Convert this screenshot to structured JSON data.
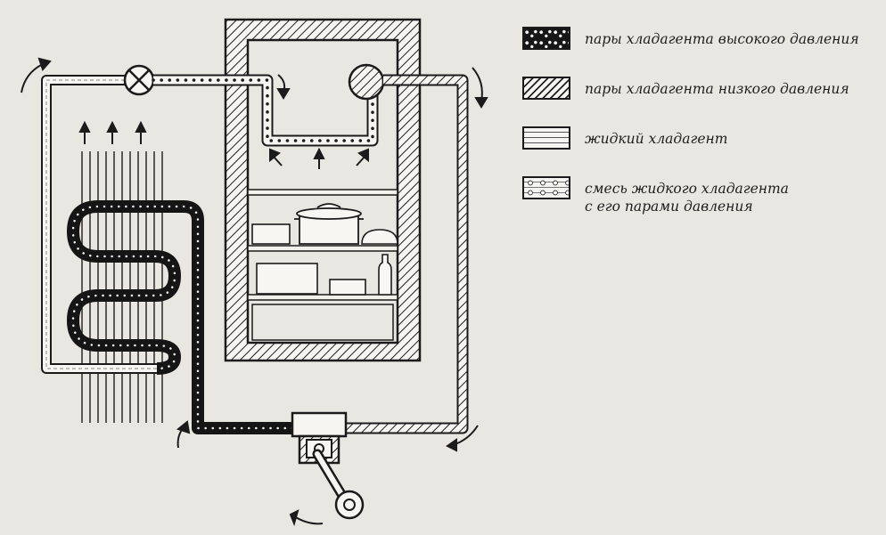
{
  "legend": {
    "high_pressure_vapor": "пары хладагента высокого давления",
    "low_pressure_vapor": "пары хладагента низкого давления",
    "liquid": "жидкий хладагент",
    "mixture_line1": "смесь жидкого хладагента",
    "mixture_line2": "с его парами давления"
  },
  "colors": {
    "ink": "#1b1b1b",
    "paper": "#e9e7e2",
    "fill_light": "#f6f5f1"
  }
}
